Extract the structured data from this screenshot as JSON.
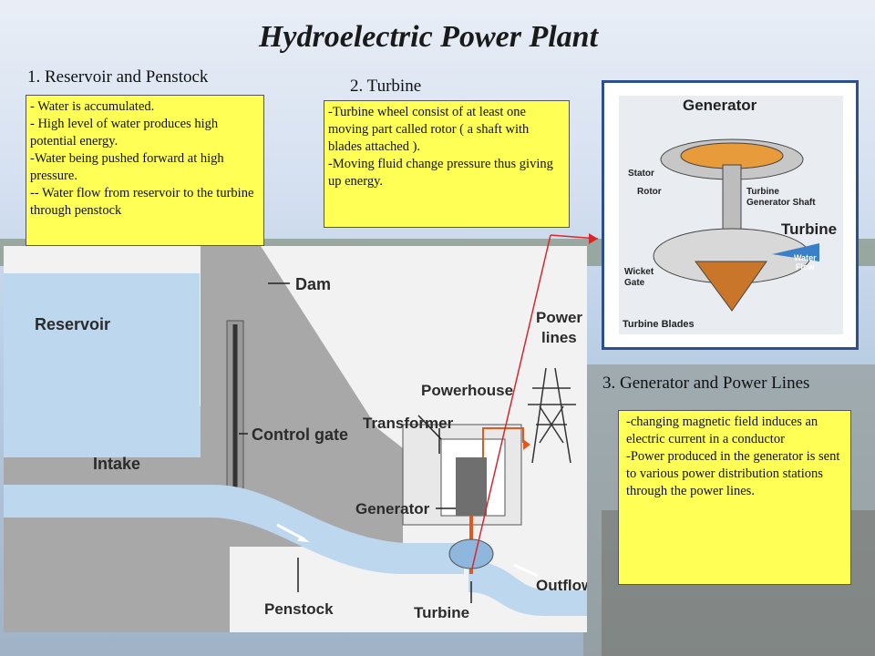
{
  "title": "Hydroelectric Power Plant",
  "sections": {
    "reservoir": {
      "heading": "1. Reservoir and Penstock",
      "lines": [
        "- Water is accumulated.",
        "- High level of water produces high potential energy.",
        "-Water being pushed forward at high pressure.",
        "-- Water flow from reservoir to the turbine through penstock"
      ]
    },
    "turbine": {
      "heading": "2. Turbine",
      "lines": [
        "-Turbine wheel consist of at least one moving part called rotor ( a shaft with blades attached ).",
        "-Moving fluid change pressure thus giving up energy."
      ]
    },
    "generator": {
      "heading": "3. Generator and Power Lines",
      "lines": [
        "-changing magnetic field induces an electric current in a conductor",
        "-Power produced in the generator is sent to various power distribution stations through the power lines."
      ]
    }
  },
  "diagram_labels": {
    "dam": "Dam",
    "reservoir": "Reservoir",
    "control_gate": "Control gate",
    "intake": "Intake",
    "powerhouse": "Powerhouse",
    "transformer": "Transformer",
    "generator": "Generator",
    "penstock": "Penstock",
    "turbine": "Turbine",
    "outflow": "Outflow",
    "power": "Power",
    "lines": "lines"
  },
  "inset_labels": {
    "generator": "Generator",
    "stator": "Stator",
    "rotor": "Rotor",
    "shaft1": "Turbine",
    "shaft2": "Generator Shaft",
    "turbine": "Turbine",
    "water1": "Water",
    "water2": "Flow",
    "wicket1": "Wicket",
    "wicket2": "Gate",
    "blades": "Turbine Blades"
  },
  "colors": {
    "note_bg": "#ffff55",
    "water": "#bcd7ee",
    "dam": "#a8a8a8",
    "frame": "#2b4f8f",
    "arrow": "#d9262b"
  }
}
